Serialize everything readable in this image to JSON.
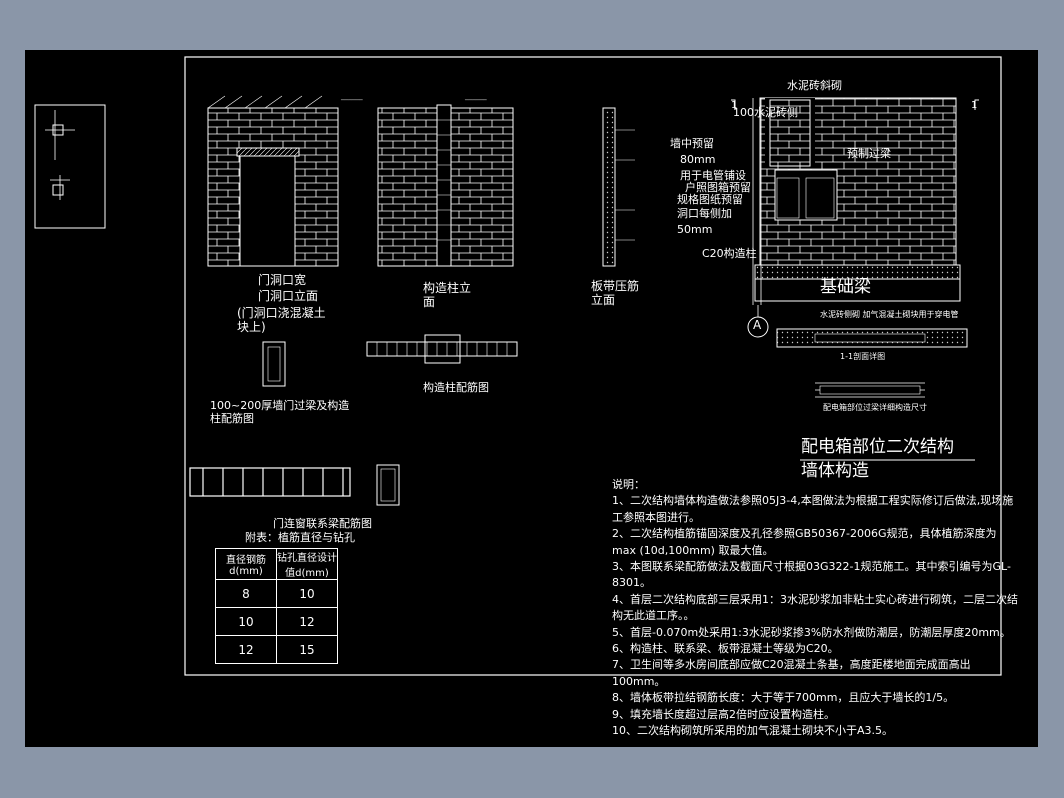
{
  "drawing": {
    "title_line1": "配电箱部位二次结构",
    "title_line2": "墙体构造",
    "labels": {
      "door_opening": "门洞口宽",
      "door_opening_col": "门洞口立面",
      "door_note": "(门洞口浇混凝土块上)",
      "constr_col_elev": "构造柱立面",
      "band_elev": "板带压筋立面",
      "constr_col_rebar": "构造柱配筋图",
      "lintel_col": "100~200厚墙门过梁及构造柱配筋图",
      "tie_beam": "门连窗联系梁配筋图",
      "cement_brick": "水泥砖斜砌",
      "hole_note_1": "100水泥砖侧",
      "hole_note_2": "墙中预留",
      "hole_note_3": "80mm",
      "hole_note_4": "用于电管铺设",
      "hole_note_5": "户照图箱预留",
      "hole_note_6": "规格图纸预留",
      "hole_note_7": "洞口每侧加",
      "hole_note_8": "50mm",
      "lintel": "预制过梁",
      "c20": "C20构造柱",
      "foundation": "基础梁",
      "axis": "A",
      "section_note": "水泥砖侧砌 加气混凝土砌块用于穿电管",
      "section_11": "1-1剖面详图",
      "dist_box": "配电箱部位过梁详细构造尺寸",
      "section_mark": "1"
    }
  },
  "rebar_table": {
    "caption": "附表：植筋直径与钻孔",
    "headers": [
      "直径钢筋d(mm)",
      "钻孔直径设计值d(mm)"
    ],
    "rows": [
      [
        "8",
        "10"
      ],
      [
        "10",
        "12"
      ],
      [
        "12",
        "15"
      ]
    ]
  },
  "notes": {
    "heading": "说明：",
    "items": [
      "1、二次结构墙体构造做法参照05J3-4,本图做法为根据工程实际修订后做法,现场施工参照本图进行。",
      "2、二次结构植筋锚固深度及孔径参照GB50367-2006G规范，具体植筋深度为max (10d,100mm) 取最大值。",
      "3、本图联系梁配筋做法及截面尺寸根据03G322-1规范施工。其中索引编号为GL-8301。",
      "4、首层二次结构底部三层采用1：3水泥砂浆加非粘土实心砖进行砌筑，二层二次结构无此道工序。。",
      "5、首层-0.070m处采用1:3水泥砂浆掺3%防水剂做防潮层，防潮层厚度20mm。",
      "6、构造柱、联系梁、板带混凝土等级为C20。",
      "7、卫生间等多水房间底部应做C20混凝土条基，高度距楼地面完成面高出100mm。",
      "8、墙体板带拉结钢筋长度：大于等于700mm，且应大于墙长的1/5。",
      "9、填充墙长度超过层高2倍时应设置构造柱。",
      "10、二次结构砌筑所采用的加气混凝土砌块不小于A3.5。"
    ]
  }
}
